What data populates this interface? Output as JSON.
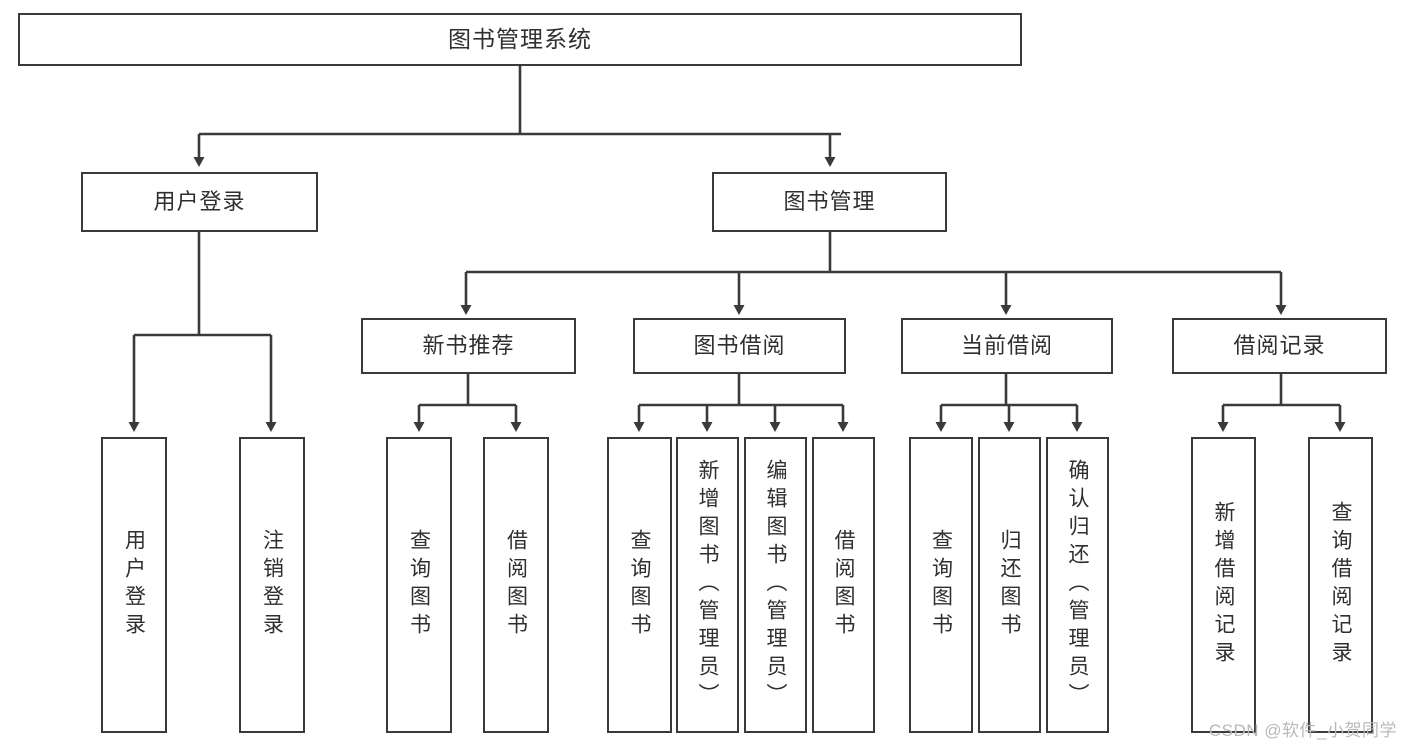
{
  "diagram": {
    "type": "hierarchy-tree",
    "title": "图书管理系统",
    "watermark": "CSDN @软件_小贺同学",
    "colors": {
      "box_border": "#3a3a3a",
      "box_fill": "#ffffff",
      "edge": "#3a3a3a",
      "text": "#2f2f2f",
      "watermark": "#b9b9b9",
      "background": "#ffffff"
    },
    "levels": {
      "root": "图书管理系统",
      "level2": [
        "用户登录",
        "图书管理"
      ],
      "level3": [
        "新书推荐",
        "图书借阅",
        "当前借阅",
        "借阅记录"
      ]
    },
    "nodes": {
      "root": "图书管理系统",
      "user_login": "用户登录",
      "book_manage": "图书管理",
      "new_book_rec": "新书推荐",
      "book_borrow": "图书借阅",
      "current_borrow": "当前借阅",
      "borrow_record": "借阅记录",
      "leaf_user_login": "用户登录",
      "leaf_logout": "注销登录",
      "leaf_query_book_1": "查询图书",
      "leaf_borrow_book_1": "借阅图书",
      "leaf_query_book_2": "查询图书",
      "leaf_add_book": "新增图书（管理员）",
      "leaf_edit_book": "编辑图书（管理员）",
      "leaf_borrow_book_2": "借阅图书",
      "leaf_query_book_3": "查询图书",
      "leaf_return_book": "归还图书",
      "leaf_confirm_return": "确认归还（管理员）",
      "leaf_add_record": "新增借阅记录",
      "leaf_query_record": "查询借阅记录"
    },
    "tree": [
      {
        "label": "图书管理系统",
        "children": [
          {
            "label": "用户登录",
            "children": [
              {
                "label": "用户登录"
              },
              {
                "label": "注销登录"
              }
            ]
          },
          {
            "label": "图书管理",
            "children": [
              {
                "label": "新书推荐",
                "children": [
                  {
                    "label": "查询图书"
                  },
                  {
                    "label": "借阅图书"
                  }
                ]
              },
              {
                "label": "图书借阅",
                "children": [
                  {
                    "label": "查询图书"
                  },
                  {
                    "label": "新增图书（管理员）"
                  },
                  {
                    "label": "编辑图书（管理员）"
                  },
                  {
                    "label": "借阅图书"
                  }
                ]
              },
              {
                "label": "当前借阅",
                "children": [
                  {
                    "label": "查询图书"
                  },
                  {
                    "label": "归还图书"
                  },
                  {
                    "label": "确认归还（管理员）"
                  }
                ]
              },
              {
                "label": "借阅记录",
                "children": [
                  {
                    "label": "新增借阅记录"
                  },
                  {
                    "label": "查询借阅记录"
                  }
                ]
              }
            ]
          }
        ]
      }
    ]
  }
}
